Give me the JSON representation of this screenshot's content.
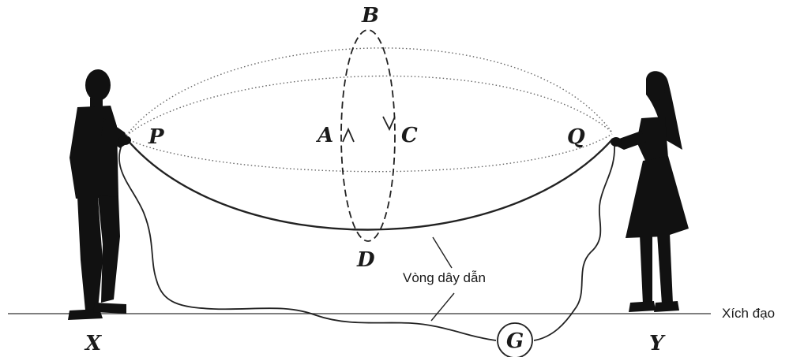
{
  "diagram": {
    "points": {
      "B": "B",
      "A": "A",
      "C": "C",
      "D": "D",
      "P": "P",
      "Q": "Q",
      "X": "X",
      "Y": "Y",
      "G": "G"
    },
    "labels": {
      "wire": "Vòng dây dẫn",
      "equator": "Xích đạo"
    },
    "colors": {
      "ink": "#1a1a1a",
      "dotted": "#555555",
      "silhouette": "#111111"
    }
  }
}
